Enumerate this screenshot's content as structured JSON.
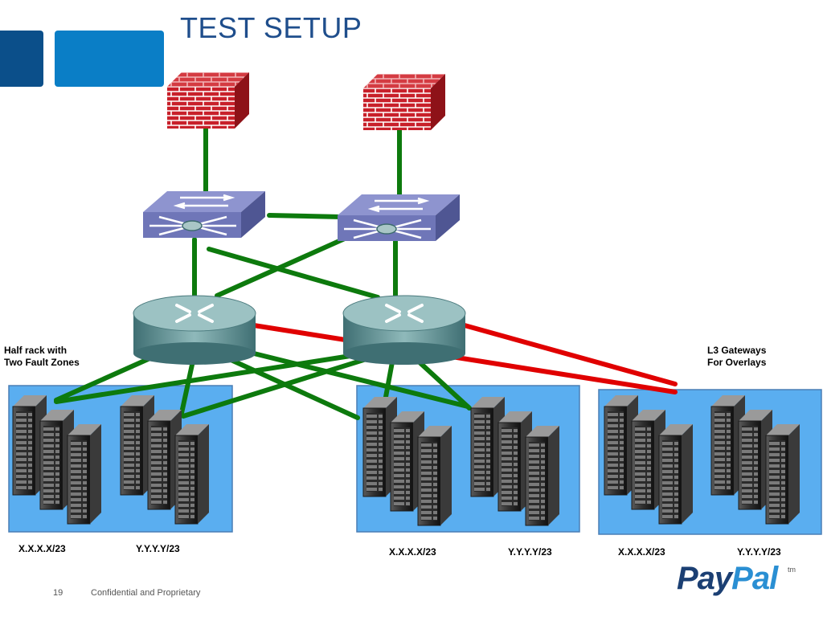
{
  "slide": {
    "title": "TEST SETUP",
    "page_number": "19",
    "footer": "Confidential and Proprietary"
  },
  "colors": {
    "title": "#1f4e8c",
    "accent_dark": "#0b4f8a",
    "accent_light": "#0a7ec6",
    "link_green": "#0d7a0d",
    "link_red": "#e00000",
    "rack_group_fill": "#5aaef0",
    "firewall": "#c8202a",
    "switch": "#6f76b8",
    "router": "#5e8f92"
  },
  "annotations": {
    "half_rack": [
      "Half rack with",
      "Two Fault Zones"
    ],
    "l3_gateways": [
      "L3 Gateways",
      "For Overlays"
    ]
  },
  "subnets": [
    {
      "x_label": "X.X.X.X/23",
      "y_label": "Y.Y.Y.Y/23"
    },
    {
      "x_label": "X.X.X.X/23",
      "y_label": "Y.Y.Y.Y/23"
    },
    {
      "x_label": "X.X.X.X/23",
      "y_label": "Y.Y.Y.Y/23"
    }
  ],
  "logo": {
    "part1": "Pay",
    "part2": "Pal",
    "tm": "tm"
  },
  "icons": [
    "firewall-icon",
    "switch-icon",
    "router-icon",
    "server-rack-icon"
  ]
}
